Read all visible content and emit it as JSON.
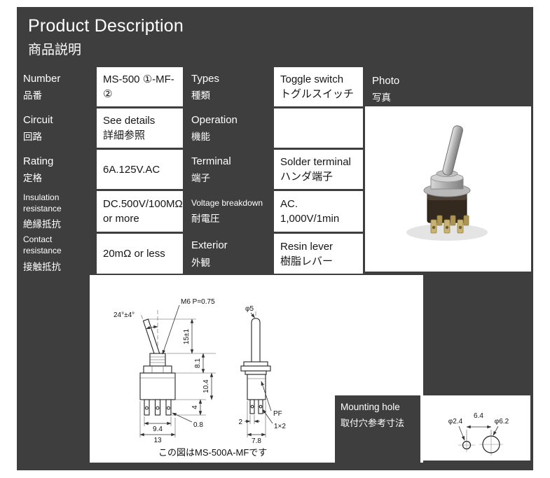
{
  "header": {
    "title_en": "Product Description",
    "title_ja": "商品説明"
  },
  "table": {
    "rows": [
      {
        "l1en": "Number",
        "l1ja": "品番",
        "v1a": "MS-500 ①-MF-②",
        "v1b": "",
        "l2en": "Types",
        "l2ja": "種類",
        "v2a": "Toggle switch",
        "v2b": "トグルスイッチ"
      },
      {
        "l1en": "Circuit",
        "l1ja": "回路",
        "v1a": "See details",
        "v1b": "詳細参照",
        "l2en": "Operation",
        "l2ja": "機能",
        "v2a": "",
        "v2b": ""
      },
      {
        "l1en": "Rating",
        "l1ja": "定格",
        "v1a": "6A.125V.AC",
        "v1b": "",
        "l2en": "Terminal",
        "l2ja": "端子",
        "v2a": "Solder terminal",
        "v2b": "ハンダ端子"
      },
      {
        "l1en": "Insulation resistance",
        "l1ja": "絶縁抵抗",
        "v1a": "DC.500V/100MΩ",
        "v1b": "or more",
        "l2en": "Voltage breakdown",
        "l2ja": "耐電圧",
        "v2a": "AC. 1,000V/1min",
        "v2b": ""
      },
      {
        "l1en": "Contact resistance",
        "l1ja": "接触抵抗",
        "v1a": "20mΩ or less",
        "v1b": "",
        "l2en": "Exterior",
        "l2ja": "外観",
        "v2a": "Resin lever",
        "v2b": "樹脂レバー"
      }
    ]
  },
  "photo": {
    "label_en": "Photo",
    "label_ja": "写真"
  },
  "drawing": {
    "caption": "この図はMS-500A-MFです",
    "front": {
      "thread": "M6 P=0.75",
      "angle": "24°±4°",
      "lever_len": "15±1",
      "bush_h": "8.1",
      "body_h": "10.4",
      "lug_len": "4",
      "lug_t": "0.8",
      "pitch_w": "9.4",
      "body_w": "13"
    },
    "side": {
      "lever_dia": "φ5",
      "pf": "PF",
      "lug": "1×2",
      "lug_off": "2",
      "body_d": "7.8"
    }
  },
  "mounting": {
    "label_en": "Mounting hole",
    "label_ja": "取付穴参考寸法",
    "small_dia": "φ2.4",
    "pitch": "6.4",
    "large_dia": "φ6.2"
  },
  "colors": {
    "panel": "#3e3e3e",
    "cell_bg": "#ffffff",
    "text_light": "#ffffff",
    "text_dark": "#151515"
  }
}
